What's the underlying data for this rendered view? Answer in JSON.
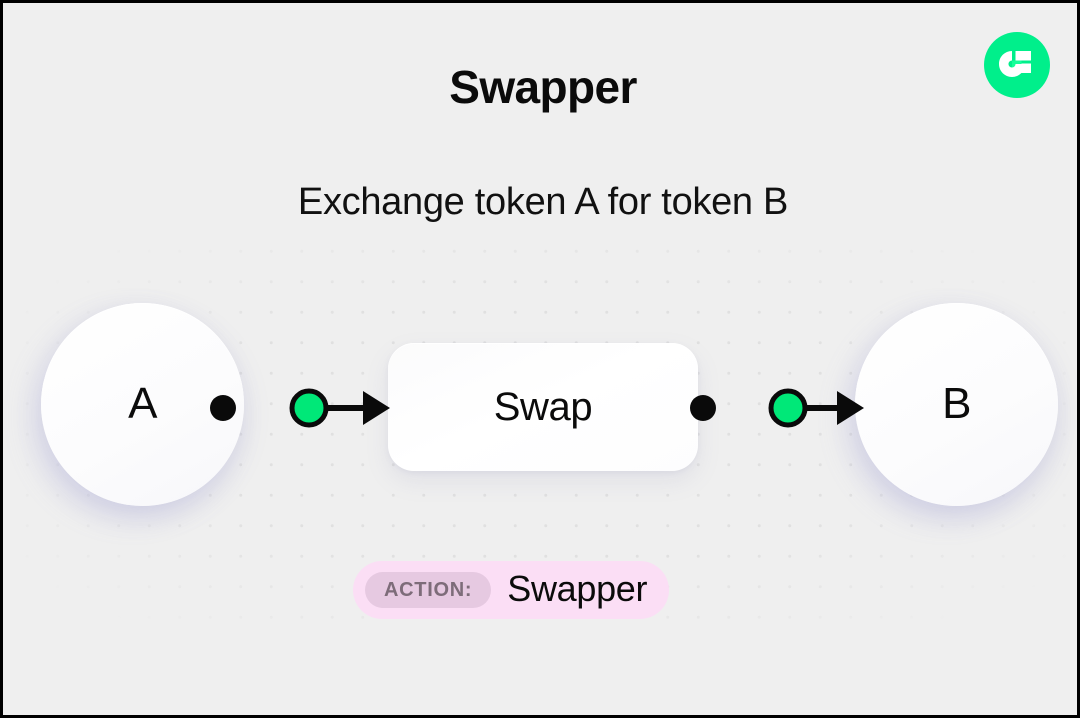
{
  "page": {
    "title": "Swapper",
    "subtitle": "Exchange token A for token B",
    "background_color": "#EFEFEF",
    "border_color": "#000000",
    "dot_color": "#E0E0E0"
  },
  "logo": {
    "name": "flow-logo",
    "brand_color": "#00EF8B",
    "mark_color": "#FFFFFF",
    "accent_color": "#16FF99"
  },
  "diagram": {
    "accent_color": "#00E878",
    "edge_color": "#000000",
    "nodes": [
      {
        "id": "token-a",
        "label": "A",
        "shape": "circle"
      },
      {
        "id": "swap",
        "label": "Swap",
        "shape": "rounded-rect"
      },
      {
        "id": "token-b",
        "label": "B",
        "shape": "circle"
      }
    ],
    "edges": [
      {
        "from": "token-a",
        "to": "swap",
        "marker": "arrow",
        "midpoint_dot": true
      },
      {
        "from": "swap",
        "to": "token-b",
        "marker": "arrow",
        "midpoint_dot": true
      }
    ]
  },
  "action_badge": {
    "kind_label": "ACTION:",
    "value": "Swapper",
    "pill_color": "#FBDEF5",
    "kind_chip_color": "#E6C9E1",
    "kind_text_color": "#7D6C79"
  }
}
